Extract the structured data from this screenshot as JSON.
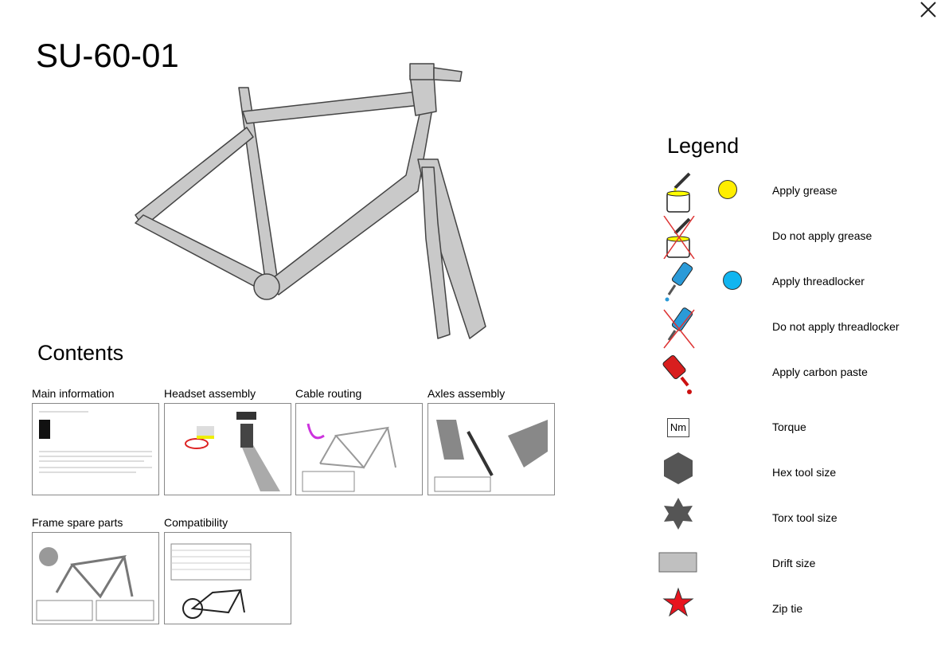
{
  "title": "SU-60-01",
  "contents": {
    "heading": "Contents",
    "items": [
      {
        "label": "Main information"
      },
      {
        "label": "Headset assembly"
      },
      {
        "label": "Cable routing"
      },
      {
        "label": "Axles assembly"
      },
      {
        "label": "Frame spare parts"
      },
      {
        "label": "Compatibility"
      }
    ]
  },
  "legend": {
    "heading": "Legend",
    "items": [
      {
        "label": "Apply grease",
        "icon": "grease-jar-icon",
        "dot": "#ffee00"
      },
      {
        "label": "Do not apply grease",
        "icon": "no-grease-icon"
      },
      {
        "label": "Apply threadlocker",
        "icon": "threadlocker-bottle-icon",
        "dot": "#11b5f0"
      },
      {
        "label": "Do not apply threadlocker",
        "icon": "no-threadlocker-icon"
      },
      {
        "label": "Apply carbon paste",
        "icon": "carbon-paste-icon"
      },
      {
        "label": "Torque",
        "icon": "torque-icon",
        "badge": "Nm"
      },
      {
        "label": "Hex tool size",
        "icon": "hex-icon"
      },
      {
        "label": "Torx tool size",
        "icon": "torx-icon"
      },
      {
        "label": "Drift size",
        "icon": "drift-icon"
      },
      {
        "label": "Zip tie",
        "icon": "zip-tie-star-icon"
      }
    ]
  }
}
